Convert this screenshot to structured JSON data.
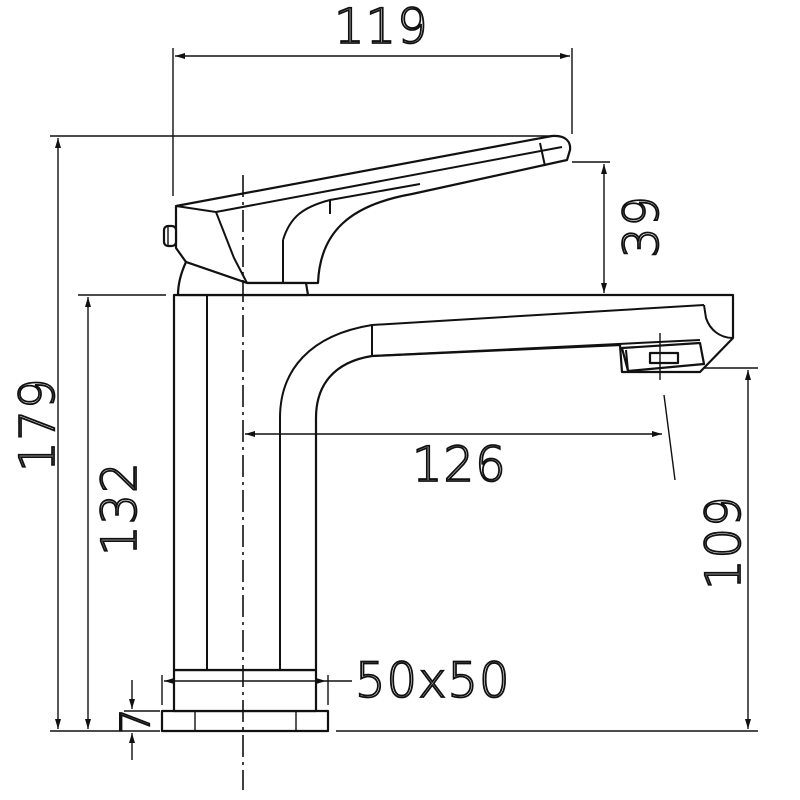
{
  "dimensions": {
    "lever_length": "119",
    "lever_height": "39",
    "total_height": "179",
    "body_height": "132",
    "spout_reach": "126",
    "spout_clearance": "109",
    "base_size": "50x50",
    "base_thickness": "7"
  },
  "colors": {
    "line": "#111111",
    "background": "#ffffff"
  }
}
